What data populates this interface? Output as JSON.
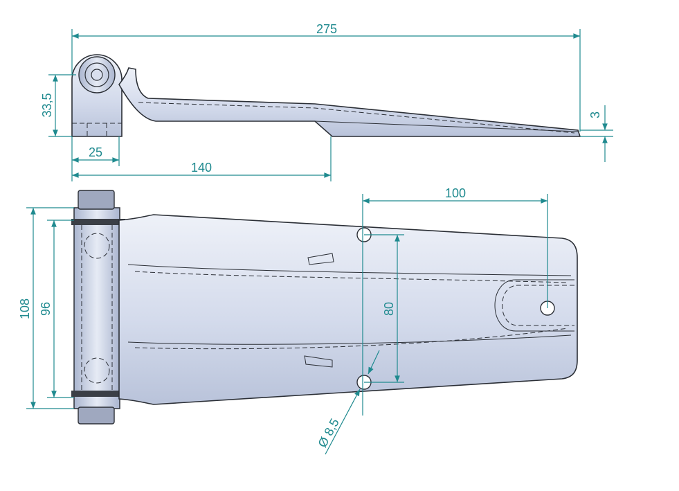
{
  "drawing": {
    "dimensions": {
      "overall_length": "275",
      "pin_height": "33,5",
      "tip_thickness": "3",
      "pin_width": "25",
      "plate_offset": "140",
      "hole_spacing_x": "100",
      "hole_spacing_y": "80",
      "width_outer": "108",
      "width_inner": "96",
      "hole_diameter": "Ø 8,5"
    }
  },
  "colors": {
    "dimension": "#1f8a8f",
    "outline": "#2b2f36",
    "metal_light": "#e8ecf6",
    "metal_dark": "#b8c3dc"
  }
}
